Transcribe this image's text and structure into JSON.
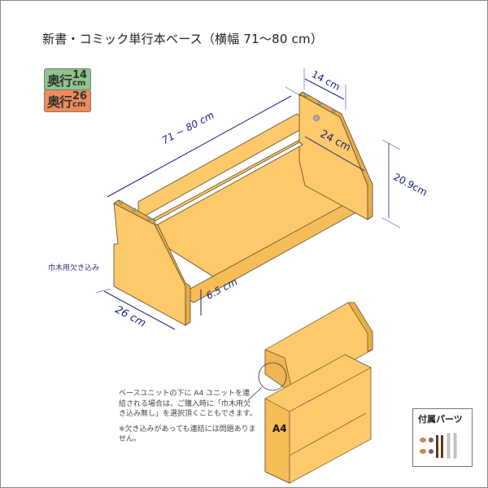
{
  "title": "新書・コミック単行本ベース（横幅 71～80 cm）",
  "badges": [
    {
      "kanji": "奥行",
      "num": "14",
      "unit": "cm",
      "color": "#8fc48a"
    },
    {
      "kanji": "奥行",
      "num": "26",
      "unit": "cm",
      "color": "#f08a5a"
    }
  ],
  "dimensions": {
    "width": "71 ~ 80 cm",
    "top_depth": "14 cm",
    "inner_depth": "24 cm",
    "height": "20.9cm",
    "front_height": "6.5 cm",
    "depth": "26 cm"
  },
  "notch_label": "巾木用欠き込み",
  "caption": {
    "para1": "ベースユニットの下に A4 ユニットを連結される場合は、ご購入時に「巾木用欠き込み無し」を選択頂くこともできます。",
    "para2": "※欠き込みがあっても連結には問題ありません。"
  },
  "assembly": {
    "unit_label": "A4"
  },
  "parts": {
    "label": "付属パーツ"
  },
  "colors": {
    "wood": "#fdc96a",
    "wood_dark": "#e8ae4a",
    "dimension": "#1a1f7a",
    "outline": "#5a4a2a"
  }
}
